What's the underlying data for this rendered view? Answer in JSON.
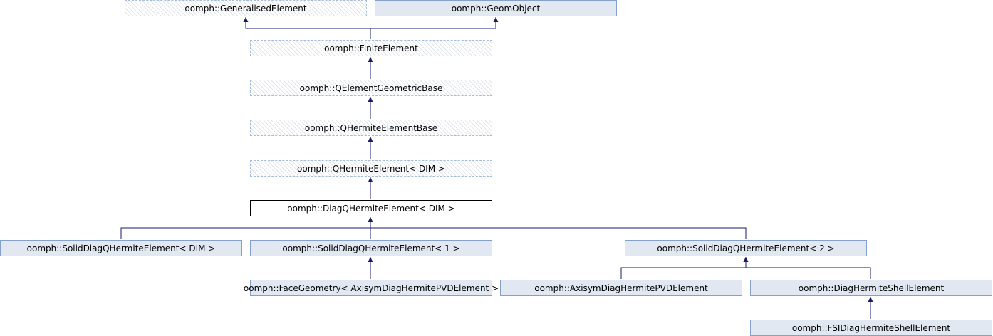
{
  "nodes": {
    "generalised_element": "oomph::GeneralisedElement",
    "geom_object": "oomph::GeomObject",
    "finite_element": "oomph::FiniteElement",
    "qelement_geometric_base": "oomph::QElementGeometricBase",
    "qhermite_element_base": "oomph::QHermiteElementBase",
    "qhermite_element": "oomph::QHermiteElement< DIM >",
    "diag_qhermite_element": "oomph::DiagQHermiteElement< DIM >",
    "solid_diag_dim": "oomph::SolidDiagQHermiteElement< DIM >",
    "solid_diag_1": "oomph::SolidDiagQHermiteElement< 1 >",
    "solid_diag_2": "oomph::SolidDiagQHermiteElement< 2 >",
    "face_geometry": "oomph::FaceGeometry< AxisymDiagHermitePVDElement >",
    "axisym_pvd": "oomph::AxisymDiagHermitePVDElement",
    "diag_shell": "oomph::DiagHermiteShellElement",
    "fsi_shell": "oomph::FSIDiagHermiteShellElement"
  },
  "colors": {
    "edge": "#191970",
    "node_fill": "#e2e8f2",
    "node_border": "#84a0cb",
    "current_border": "#000000"
  }
}
